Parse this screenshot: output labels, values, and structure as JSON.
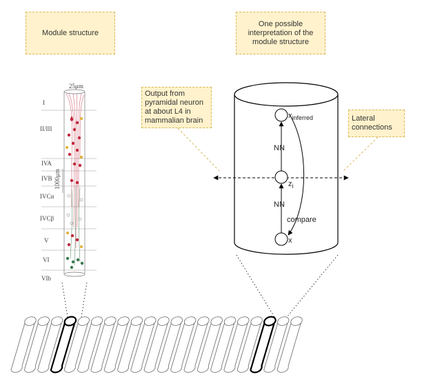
{
  "notes": {
    "module_structure": "Module structure",
    "interpretation": "One possible interpretation of the module structure",
    "output": "Output from pyramidal neuron at about L4 in mammalian brain",
    "lateral": "Lateral connections"
  },
  "model": {
    "x_inferred_base": "x",
    "x_inferred_sub": "inferred",
    "z_base": "z",
    "z_sub": "i",
    "x": "x",
    "nn_top": "NN",
    "nn_bottom": "NN",
    "compare": "compare"
  },
  "cortex": {
    "scale_top": "25μm",
    "scale_side": "1000μm",
    "layers": [
      "I",
      "II/III",
      "IVA",
      "IVB",
      "IVCα",
      "IVCβ",
      "V",
      "VI",
      "VIb"
    ]
  },
  "colors": {
    "note_fill": "#fff2cc",
    "note_border": "#d6b656",
    "neuron_red": "#c0283c",
    "neuron_green": "#3d7a4f"
  }
}
